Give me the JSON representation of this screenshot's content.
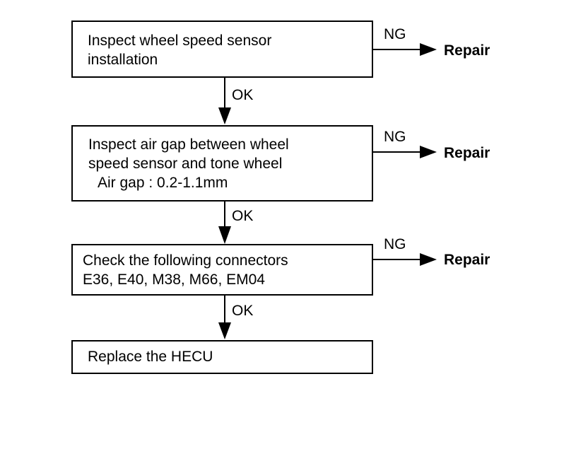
{
  "flowchart": {
    "steps": [
      {
        "lines": [
          "Inspect wheel speed sensor",
          "installation"
        ]
      },
      {
        "lines": [
          "Inspect air gap between wheel",
          "speed sensor and tone wheel",
          "Air gap : 0.2-1.1mm"
        ]
      },
      {
        "lines": [
          "Check the following connectors",
          "E36, E40, M38, M66, EM04"
        ]
      },
      {
        "lines": [
          "Replace the HECU"
        ]
      }
    ],
    "branches": [
      {
        "condition": "NG",
        "action": "Repair"
      },
      {
        "condition": "NG",
        "action": "Repair"
      },
      {
        "condition": "NG",
        "action": "Repair"
      }
    ],
    "flow_labels": [
      "OK",
      "OK",
      "OK"
    ]
  }
}
